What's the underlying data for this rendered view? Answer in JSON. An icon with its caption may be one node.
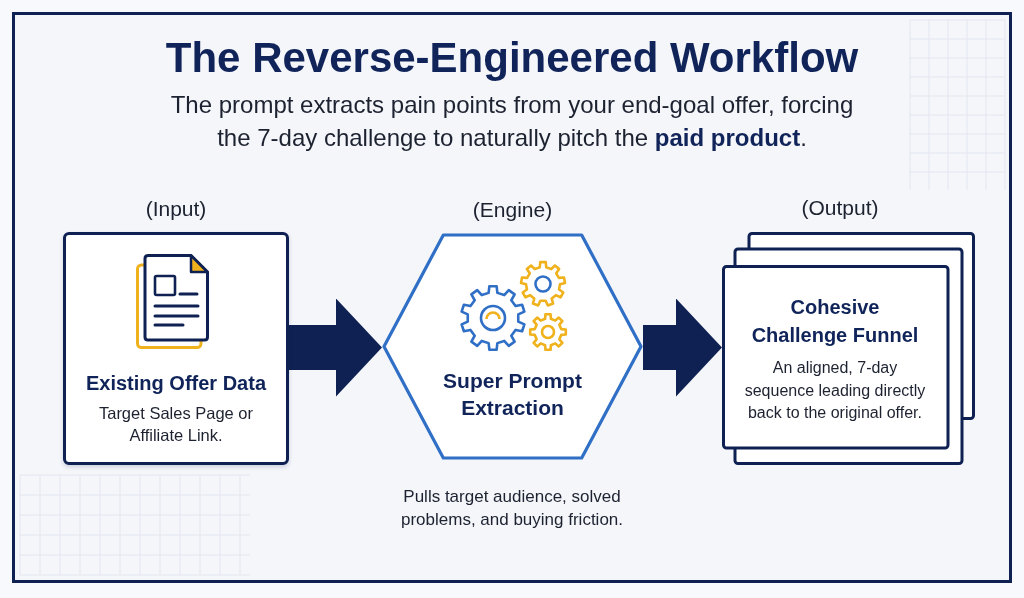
{
  "diagram": {
    "title": "The Reverse-Engineered Workflow",
    "nodes": [
      {
        "text": [
          "(Input)",
          "Existing Offer Data",
          "Target Sales Page or Affiliate Link."
        ]
      },
      {
        "text": [
          "(Engine)",
          "Super Prompt Extraction"
        ],
        "beside": [
          "Pulls target audience, solved problems, and buying friction."
        ]
      },
      {
        "text": [
          "(Output)",
          "Cohesive Challenge Funnel",
          "An aligned, 7-day sequence leading directly back to the original offer."
        ]
      }
    ],
    "edges": [
      {
        "from": 0,
        "to": 1,
        "arrow": "to"
      },
      {
        "from": 1,
        "to": 2,
        "arrow": "to"
      }
    ],
    "labels": [
      "The prompt extracts pain points from your end-goal offer, forcing the 7-day challenge to naturally pitch the **paid product**."
    ]
  }
}
